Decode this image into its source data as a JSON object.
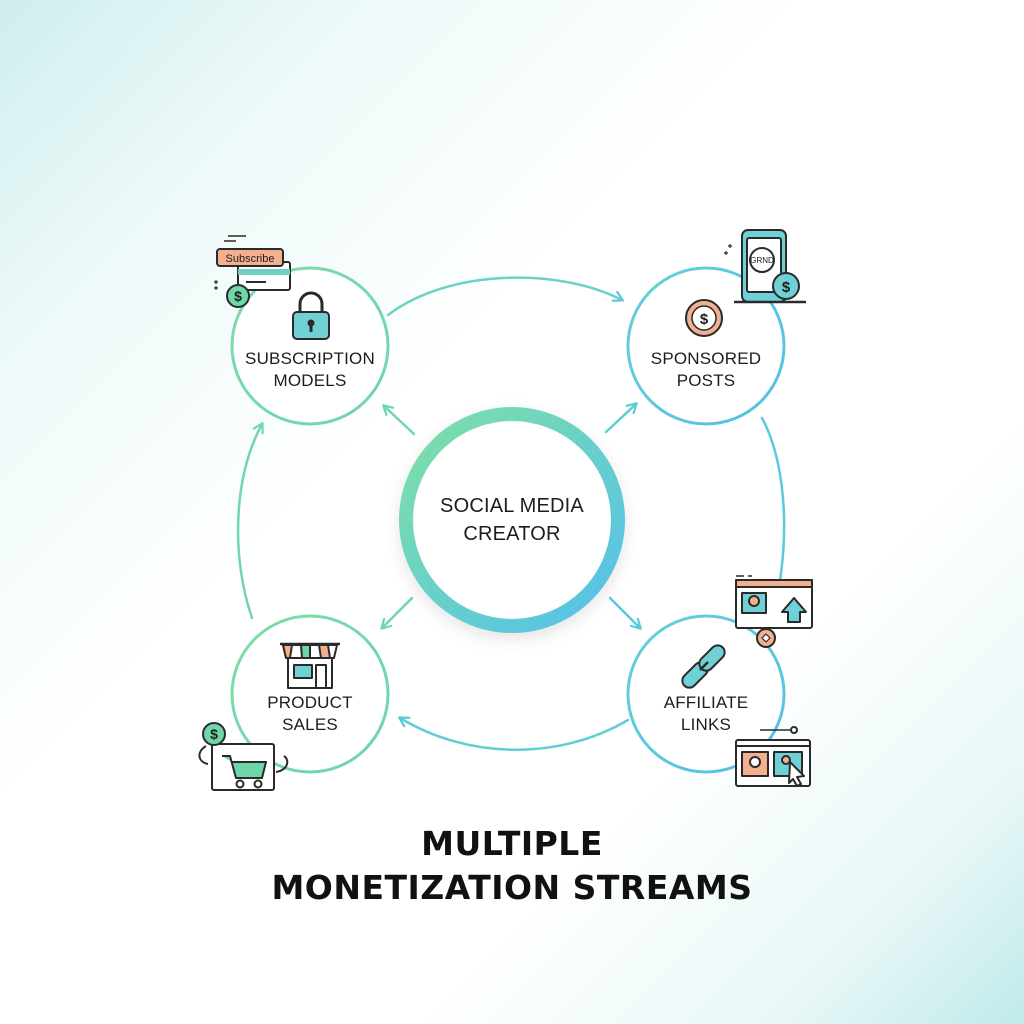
{
  "center": {
    "line1": "SOCIAL MEDIA",
    "line2": "CREATOR"
  },
  "nodes": {
    "subscription": {
      "line1": "SUBSCRIPTION",
      "line2": "MODELS",
      "badge": "Subscribe"
    },
    "sponsored": {
      "line1": "SPONSORED",
      "line2": "POSTS",
      "badge": "GRND"
    },
    "product": {
      "line1": "PRODUCT",
      "line2": "SALES"
    },
    "affiliate": {
      "line1": "AFFILIATE",
      "line2": "LINKS"
    }
  },
  "title": {
    "line1": "MULTIPLE",
    "line2": "MONETIZATION STREAMS"
  },
  "icons": {
    "subscription": "lock-icon",
    "sponsored": "dollar-coin-icon",
    "product": "storefront-icon",
    "affiliate": "chain-link-icon"
  },
  "colors": {
    "green": "#6fd6a8",
    "teal": "#5ccfc2",
    "blue": "#59c3e6",
    "coral": "#f0a57e",
    "dark": "#2a2a2a"
  }
}
